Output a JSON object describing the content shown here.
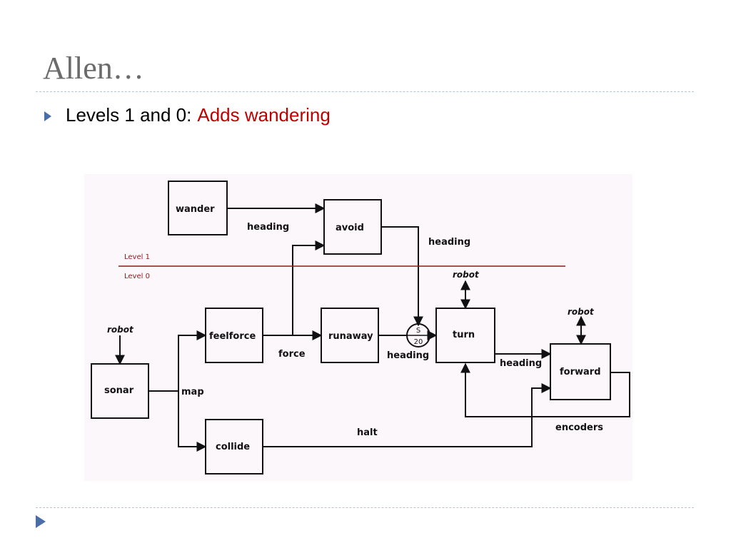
{
  "slide": {
    "title": "Allen…",
    "bullet_text": "Levels 1 and 0:",
    "bullet_highlight": "Adds wandering"
  },
  "colors": {
    "title": "#6b6b6b",
    "highlight": "#c00000",
    "rule": "#b8c4cc",
    "level_line": "#8b1a1a",
    "bullet_icon": "#4a6ea8"
  },
  "diagram": {
    "modules": {
      "wander": "wander",
      "avoid": "avoid",
      "feelforce": "feelforce",
      "runaway": "runaway",
      "turn": "turn",
      "forward": "forward",
      "sonar": "sonar",
      "collide": "collide"
    },
    "signals": {
      "heading_wander": "heading",
      "heading_avoid": "heading",
      "force": "force",
      "heading_runaway": "heading",
      "heading_turn": "heading",
      "map": "map",
      "halt": "halt",
      "encoders": "encoders"
    },
    "inputs": {
      "robot_sonar": "robot",
      "robot_turn": "robot",
      "robot_forward": "robot"
    },
    "suppressor": {
      "top": "S",
      "bottom": "20"
    },
    "levels": {
      "level1": "Level 1",
      "level0": "Level 0"
    }
  }
}
